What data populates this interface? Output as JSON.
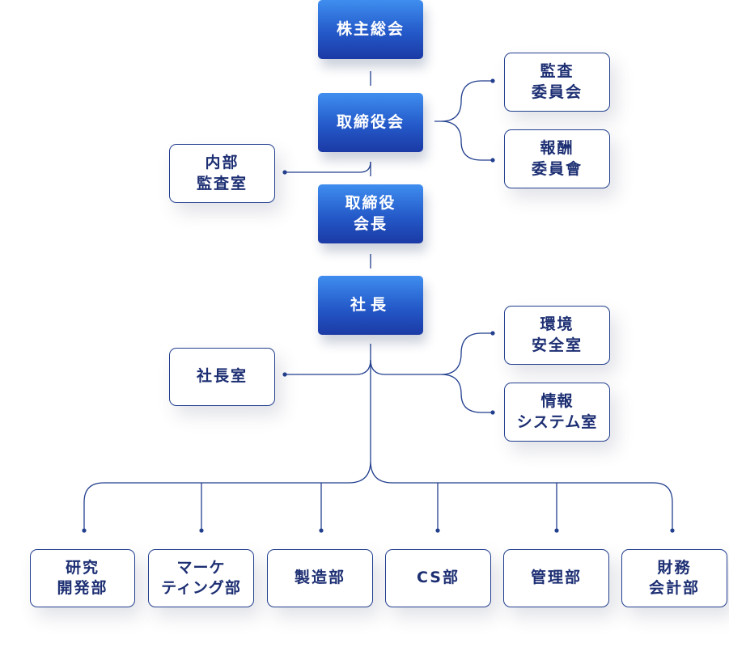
{
  "nodes": {
    "shareholders": [
      "株主総会"
    ],
    "board": [
      "取締役会"
    ],
    "audit_committee": [
      "監査",
      "委員会"
    ],
    "compensation_committee": [
      "報酬",
      "委員會"
    ],
    "internal_audit": [
      "内部",
      "監査室"
    ],
    "chairman": [
      "取締役",
      "会長"
    ],
    "president": [
      "社長"
    ],
    "president_office": [
      "社長室"
    ],
    "environment_safety": [
      "環境",
      "安全室"
    ],
    "info_systems": [
      "情報",
      "システム室"
    ],
    "rnd": [
      "研究",
      "開発部"
    ],
    "marketing": [
      "マーケ",
      "ティング部"
    ],
    "manufacturing": [
      "製造部"
    ],
    "cs": [
      "CS部"
    ],
    "management": [
      "管理部"
    ],
    "finance": [
      "財務",
      "会計部"
    ]
  },
  "colors": {
    "line": "#223f8e",
    "solid_top": "#3f8eef",
    "solid_bottom": "#1b3aa5",
    "outline_text": "#1d2f73"
  }
}
